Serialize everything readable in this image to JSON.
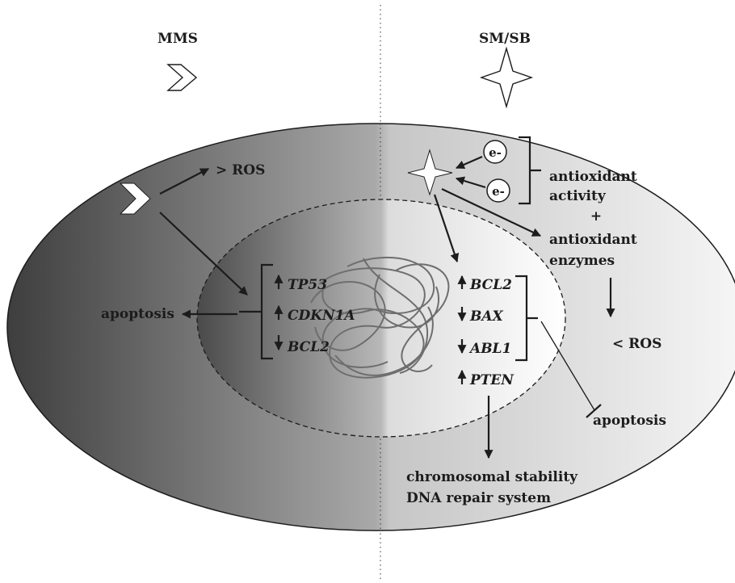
{
  "diagram": {
    "left_agent": {
      "label": "MMS",
      "icon": "chevron-right-icon"
    },
    "right_agent": {
      "label": "SM/SB",
      "icon": "four-point-star-icon"
    },
    "ros_increase": "> ROS",
    "ros_decrease": "< ROS",
    "electron_label": "e-",
    "antioxidant": {
      "line1": "antioxidant",
      "line2": "activity",
      "plus": "+",
      "line3": "antioxidant",
      "line4": "enzymes"
    },
    "left_genes": [
      {
        "name": "TP53",
        "direction": "up"
      },
      {
        "name": "CDKN1A",
        "direction": "up"
      },
      {
        "name": "BCL2",
        "direction": "down"
      }
    ],
    "right_genes": [
      {
        "name": "BCL2",
        "direction": "up"
      },
      {
        "name": "BAX",
        "direction": "down"
      },
      {
        "name": "ABL1",
        "direction": "down"
      }
    ],
    "pten": {
      "name": "PTEN",
      "direction": "up"
    },
    "apoptosis_left": "apoptosis",
    "apoptosis_right": "apoptosis",
    "outcome_line1": "chromosomal stability",
    "outcome_line2": "DNA repair system"
  },
  "colors": {
    "cell_dark": "#3e3e3e",
    "cell_light": "#f6f6f6",
    "ink": "#1c1c1c",
    "chromatin": "#6e6e6e"
  }
}
